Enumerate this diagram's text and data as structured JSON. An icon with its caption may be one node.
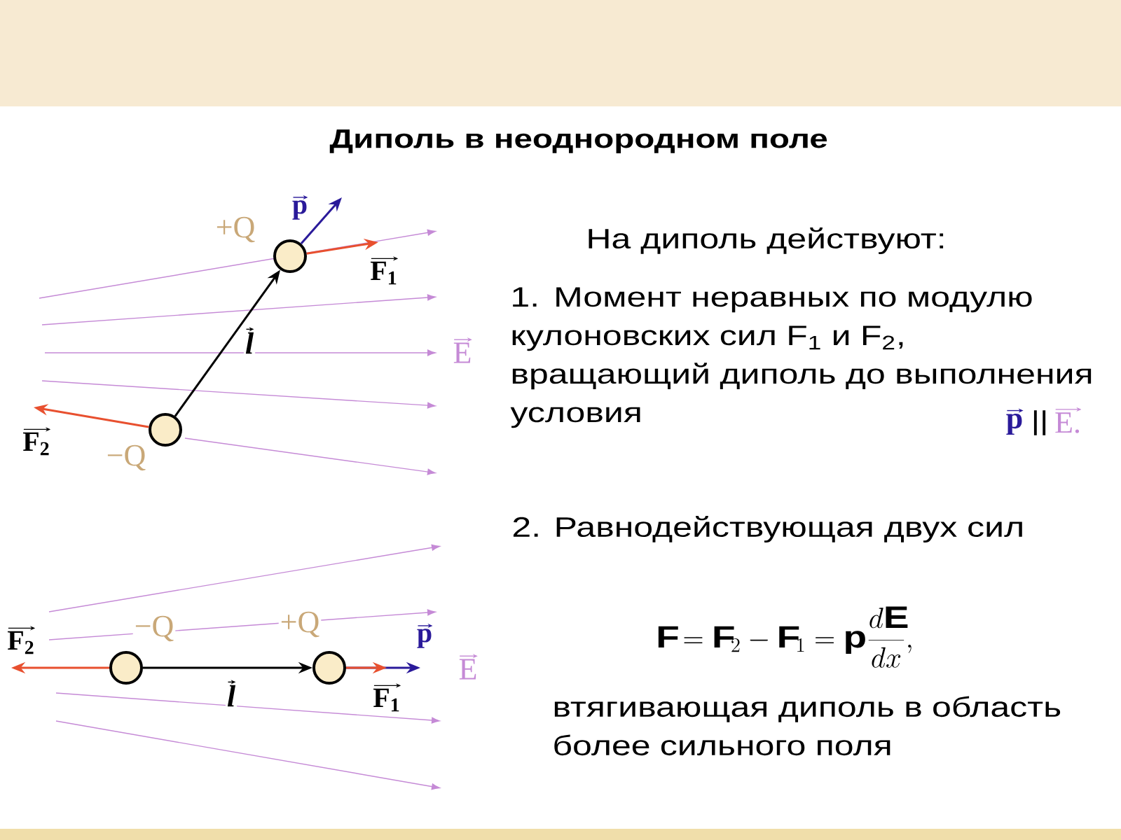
{
  "diagram": {
    "title": "Диполь в неоднородном поле",
    "nodes": [
      {
        "text": [],
        "shape": "circle",
        "beside": [
          "+Q"
        ]
      },
      {
        "text": [],
        "shape": "circle",
        "beside": [
          "−Q"
        ]
      },
      {
        "text": [],
        "shape": "circle",
        "beside": [
          "−Q"
        ]
      },
      {
        "text": [],
        "shape": "circle",
        "beside": [
          "+Q"
        ]
      }
    ],
    "edges": [
      {
        "from": 1,
        "to": 0,
        "arrow": "to",
        "label": "l",
        "color": "#000000"
      },
      {
        "from": 0,
        "to": null,
        "arrow": "to",
        "label": "F$_{1}$",
        "color": "#e8502f"
      },
      {
        "from": 0,
        "to": null,
        "arrow": "to",
        "label": "p",
        "color": "#2a1a9a"
      },
      {
        "from": 1,
        "to": null,
        "arrow": "to",
        "label": "F$_{2}$",
        "color": "#e8502f"
      },
      {
        "from": 2,
        "to": 3,
        "arrow": "to",
        "label": "l",
        "color": "#000000"
      },
      {
        "from": 2,
        "to": null,
        "arrow": "to",
        "label": "F$_{2}$",
        "color": "#e8502f"
      },
      {
        "from": 3,
        "to": null,
        "arrow": "to",
        "label": "F$_{1}$",
        "color": "#e8502f"
      },
      {
        "from": 3,
        "to": null,
        "arrow": "to",
        "label": "p",
        "color": "#2a1a9a"
      }
    ],
    "labels": [
      "E",
      "E",
      "На диполь действуют:",
      "1. Момент неравных по модулю кулоновских сил F$_{1}$ и F$_{2}$, вращающий диполь до выполнения условия",
      "p",
      "||",
      "E.",
      "2. Равнодействующая двух сил",
      "\\mathbf{F}=\\mathbf{F}_2-\\mathbf{F}_1=\\mathbf{p}\\,\\frac{d\\mathbf{E}}{dx},",
      "втягивающая диполь в область более сильного поля"
    ]
  }
}
